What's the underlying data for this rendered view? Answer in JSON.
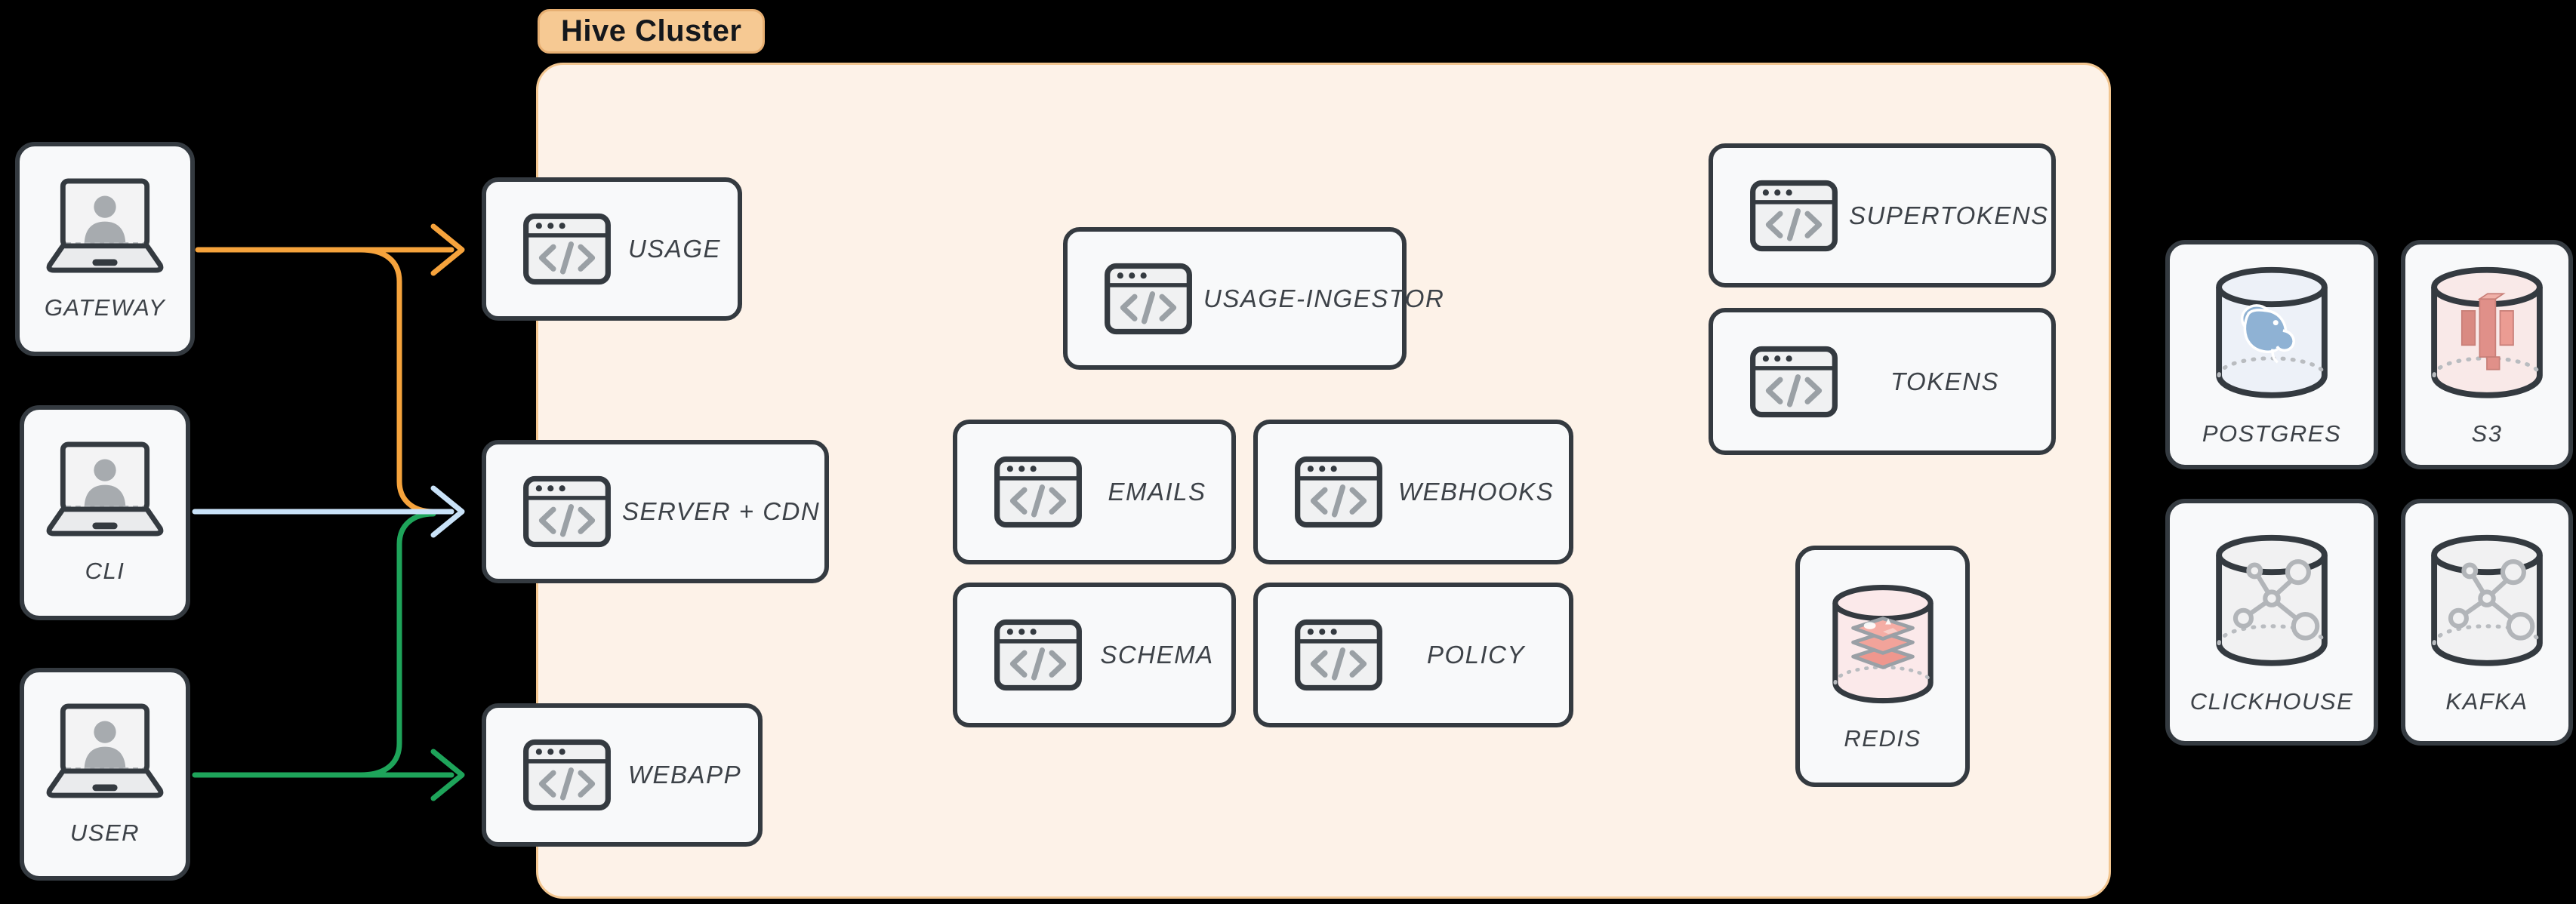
{
  "badge": {
    "label": "Hive Cluster"
  },
  "clients": {
    "gateway": {
      "label": "GATEWAY"
    },
    "cli": {
      "label": "CLI"
    },
    "user": {
      "label": "USER"
    }
  },
  "services": {
    "usage": {
      "label": "USAGE"
    },
    "server_cdn": {
      "label": "SERVER + CDN"
    },
    "webapp": {
      "label": "WEBAPP"
    },
    "usage_ingestor": {
      "label": "USAGE-INGESTOR"
    },
    "emails": {
      "label": "EMAILS"
    },
    "webhooks": {
      "label": "WEBHOOKS"
    },
    "schema": {
      "label": "SCHEMA"
    },
    "policy": {
      "label": "POLICY"
    },
    "supertokens": {
      "label": "SUPERTOKENS"
    },
    "tokens": {
      "label": "TOKENS"
    }
  },
  "databases": {
    "redis": {
      "label": "REDIS"
    },
    "postgres": {
      "label": "POSTGRES"
    },
    "s3": {
      "label": "S3"
    },
    "clickhouse": {
      "label": "CLICKHOUSE"
    },
    "kafka": {
      "label": "KAFKA"
    }
  },
  "edges": [
    {
      "from": "GATEWAY",
      "to": "USAGE",
      "color": "orange"
    },
    {
      "from": "GATEWAY",
      "to": "SERVER + CDN",
      "color": "orange"
    },
    {
      "from": "CLI",
      "to": "SERVER + CDN",
      "color": "blue"
    },
    {
      "from": "USER",
      "to": "WEBAPP",
      "color": "green"
    },
    {
      "from": "USER",
      "to": "SERVER + CDN",
      "color": "green"
    }
  ],
  "icons": {
    "clients": "laptop-user-icon",
    "services": "code-window-icon",
    "databases": "database-cylinder-icon"
  },
  "colors": {
    "edge_orange": "#f6a33c",
    "edge_blue": "#c9e2f8",
    "edge_green": "#1ea45a",
    "node_fill": "#f8f9fa",
    "node_border": "#343a40",
    "cluster_fill": "#fdf2e8",
    "cluster_border": "#f3c690",
    "badge_fill": "#f6c993",
    "badge_border": "#e7af72"
  }
}
